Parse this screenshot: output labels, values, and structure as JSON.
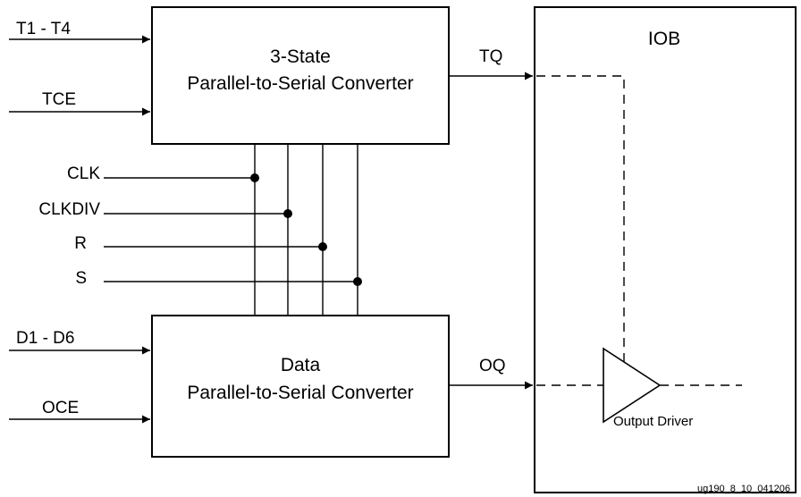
{
  "inputs_top": {
    "t1_t4": "T1 - T4",
    "tce": "TCE"
  },
  "control": {
    "clk": "CLK",
    "clkdiv": "CLKDIV",
    "r": "R",
    "s": "S"
  },
  "inputs_bottom": {
    "d1_d6": "D1 - D6",
    "oce": "OCE"
  },
  "tristate_block": {
    "line1": "3-State",
    "line2": "Parallel-to-Serial Converter"
  },
  "data_block": {
    "line1": "Data",
    "line2": "Parallel-to-Serial Converter"
  },
  "outputs": {
    "tq": "TQ",
    "oq": "OQ"
  },
  "iob": {
    "title": "IOB",
    "driver_label": "Output Driver"
  },
  "figure_id": "ug190_8_10_041206"
}
